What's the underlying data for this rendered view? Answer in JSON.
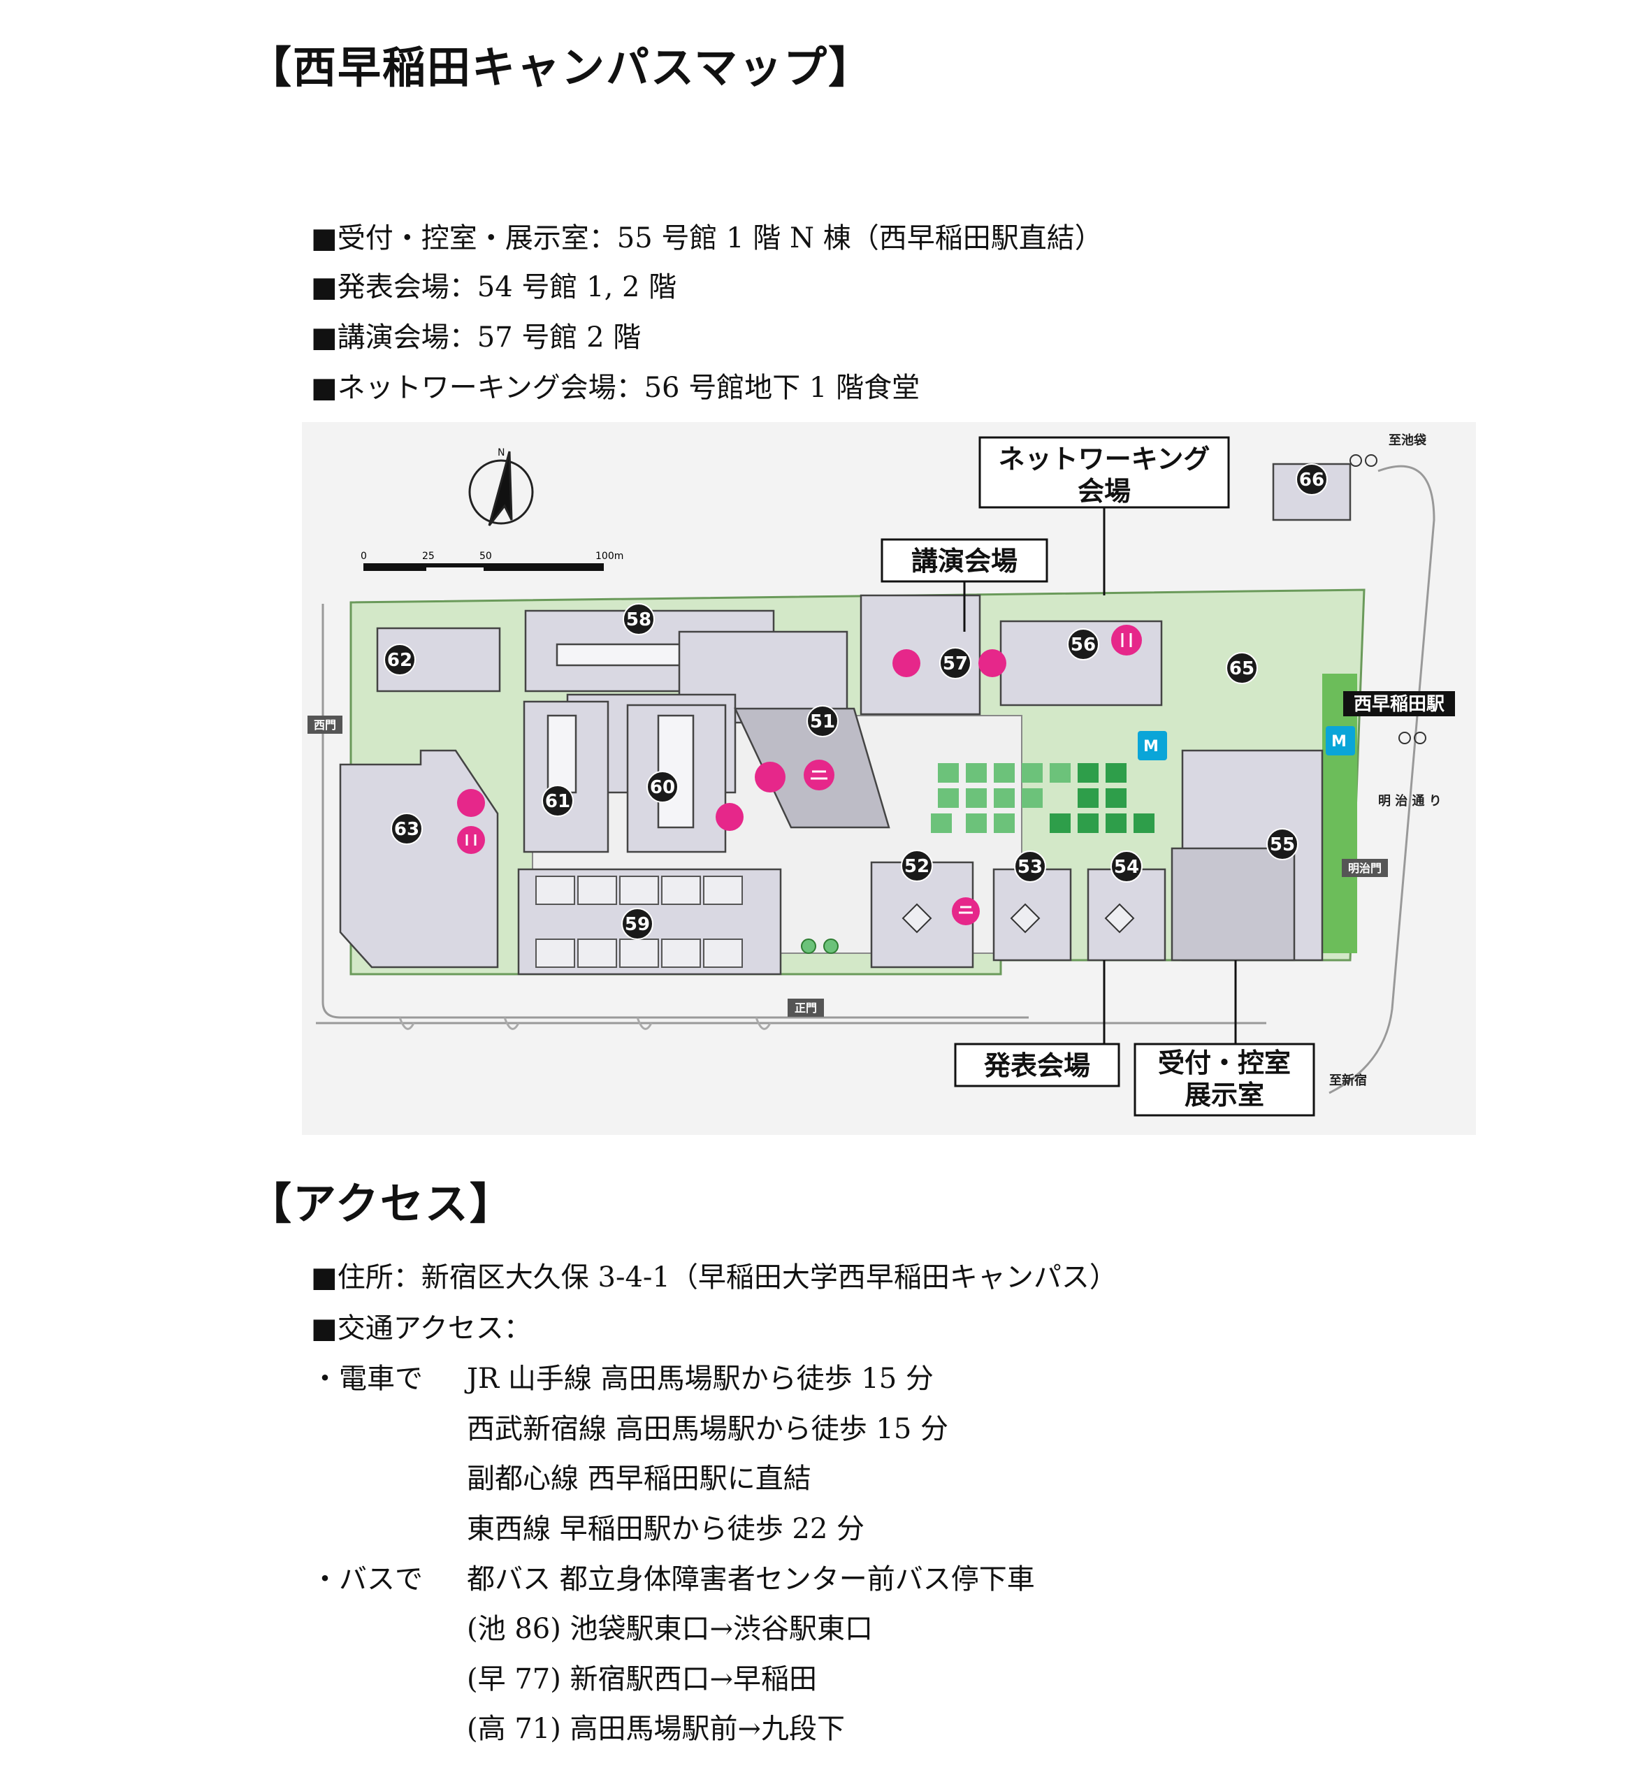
{
  "title": "【西早稲田キャンパスマップ】",
  "venue_list": [
    "■受付・控室・展示室：55 号館 1 階 N 棟（西早稲田駅直結）",
    "■発表会場：54 号館 1, 2 階",
    "■講演会場：57 号館 2 階",
    "■ネットワーキング会場：56 号館地下 1 階食堂"
  ],
  "map": {
    "compass": "N",
    "scale": [
      "0",
      "25",
      "50",
      "100m"
    ],
    "callouts": {
      "networking": [
        "ネットワーキング",
        "会場"
      ],
      "lecture": "講演会場",
      "presentation": "発表会場",
      "reception": [
        "受付・控室",
        "展示室"
      ]
    },
    "buildings": [
      "58",
      "62",
      "57",
      "56",
      "65",
      "66",
      "51",
      "61",
      "60",
      "63",
      "52",
      "53",
      "54",
      "55",
      "59"
    ],
    "gates": {
      "west": "西門",
      "meiji": "明治門",
      "main": "正門"
    },
    "station": "西早稲田駅",
    "road": "明 治 通 り",
    "to_ikebukuro": "至池袋",
    "to_shinjuku": "至新宿",
    "colors": {
      "campus_green": "#d3e8c8",
      "building": "#d9d8e2",
      "pink_icon": "#e6278a",
      "metro_blue": "#0aa5d8",
      "green_block": "#4caf50"
    }
  },
  "access_title": "【アクセス】",
  "address": "■住所：新宿区大久保 3-4-1（早稲田大学西早稲田キャンパス）",
  "transport_label": "■交通アクセス：",
  "train": {
    "label": "・電車で",
    "lines": [
      "JR 山手線  高田馬場駅から徒歩 15 分",
      "西武新宿線  高田馬場駅から徒歩 15 分",
      "副都心線  西早稲田駅に直結",
      "東西線  早稲田駅から徒歩 22 分"
    ]
  },
  "bus": {
    "label": "・バスで",
    "lines": [
      "都バス    都立身体障害者センター前バス停下車",
      "(池 86) 池袋駅東口→渋谷駅東口",
      "(早 77) 新宿駅西口→早稲田",
      "(高 71) 高田馬場駅前→九段下"
    ]
  }
}
